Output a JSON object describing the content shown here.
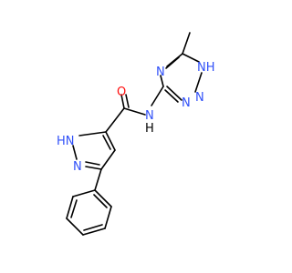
{
  "colors": {
    "bond": "#000000",
    "nitrogen": "#3050F8",
    "oxygen": "#FF0D0D",
    "background": "#ffffff"
  },
  "atoms": {
    "o_label": "O",
    "amide_n_label": "N",
    "amide_h_label": "H",
    "triazole_n4_label": "N",
    "triazole_nh_label": "NH",
    "triazole_n2_label": "N",
    "triazole_n1_label": "N",
    "pyrazole_nh_label": "HN",
    "pyrazole_n_label": "N"
  }
}
